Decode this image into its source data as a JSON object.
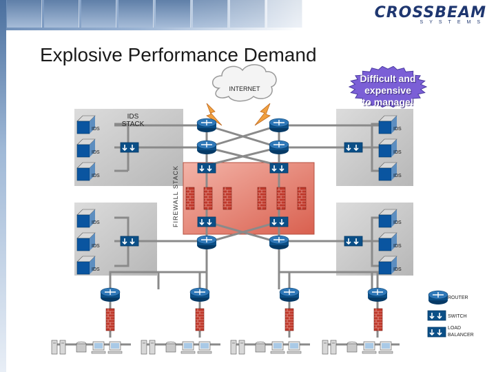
{
  "header": {
    "logo_text": "CROSSBEAM",
    "logo_sub": "SYSTEMS",
    "tile_count": 8
  },
  "title": "Explosive Performance Demand",
  "callout": {
    "text": "Difficult and\nexpensive\nto manage!",
    "color": "#7b5fd6"
  },
  "labels": {
    "internet": "INTERNET",
    "ids": "IDS",
    "ids_stack": "IDS\nSTACK",
    "firewall_stack": "FIREWALL STACK"
  },
  "legend": {
    "router": "ROUTER",
    "switch": "SWITCH",
    "load_balancer": "LOAD\nBALANCER"
  },
  "colors": {
    "device_blue": "#0b4f87",
    "panel_gray": "#c8c8c8",
    "firewall_red": "#c0392b",
    "firewall_panel": "#e58a7e",
    "wire": "#8a8a8a",
    "bolt": "#f0a040"
  }
}
